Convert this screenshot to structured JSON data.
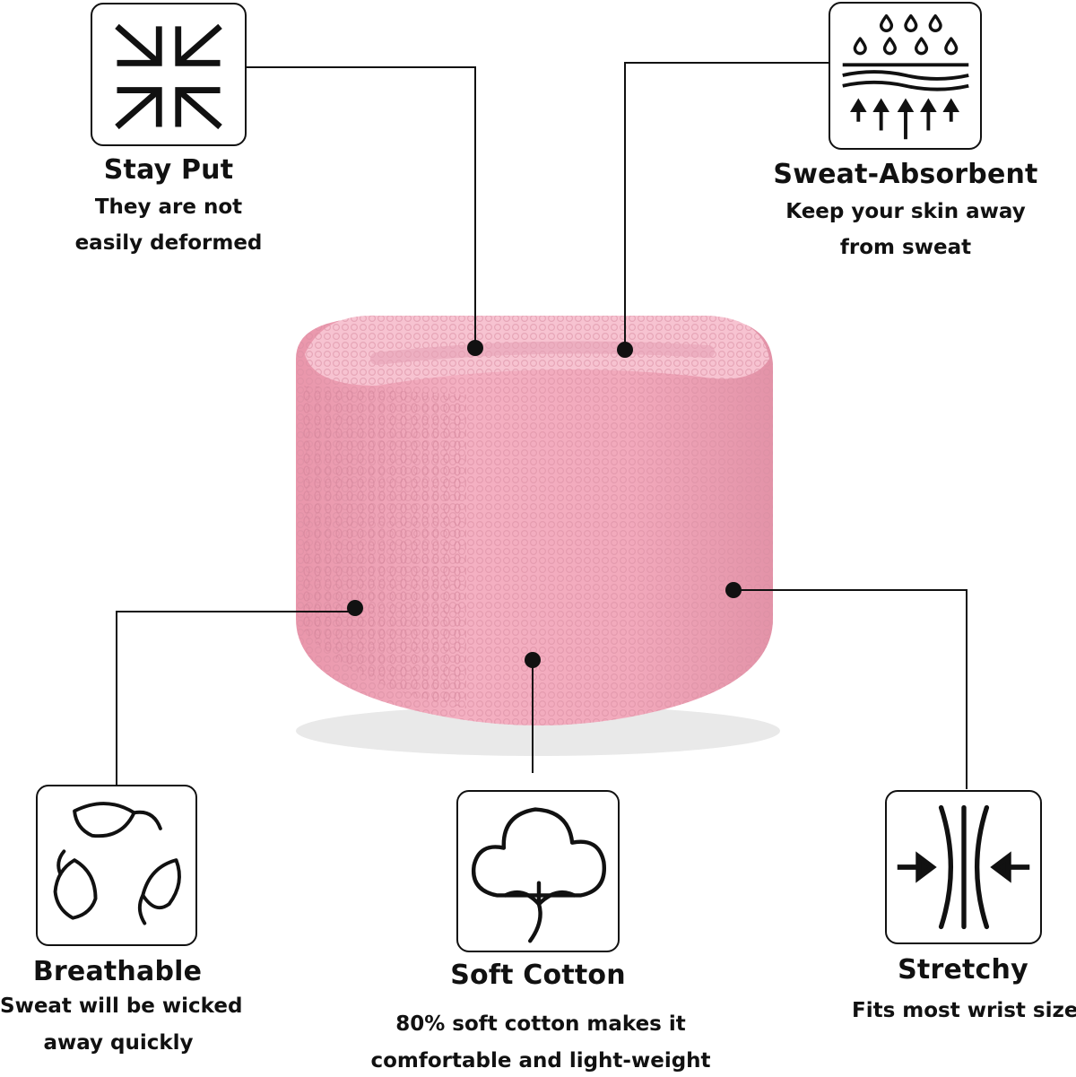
{
  "colors": {
    "band": "#f2a7bb",
    "band_light": "#f7c3d1",
    "band_dark": "#d88da1",
    "line": "#111111"
  },
  "features": {
    "stay_put": {
      "icon": "inward-arrows-icon",
      "title": "Stay Put",
      "line1": "They are not",
      "line2": "easily deformed"
    },
    "sweat_absorbent": {
      "icon": "water-drops-icon",
      "title": "Sweat-Absorbent",
      "line1": "Keep your skin away",
      "line2": "from sweat"
    },
    "breathable": {
      "icon": "leaves-cycle-icon",
      "title": "Breathable",
      "line1": "Sweat will be wicked",
      "line2": "away quickly"
    },
    "soft_cotton": {
      "icon": "cotton-cloud-icon",
      "title": "Soft Cotton",
      "line1": "80% soft cotton makes it",
      "line2": "comfortable and light-weight"
    },
    "stretchy": {
      "icon": "compress-arrows-icon",
      "title": "Stretchy",
      "line1": "Fits most wrist size"
    }
  }
}
